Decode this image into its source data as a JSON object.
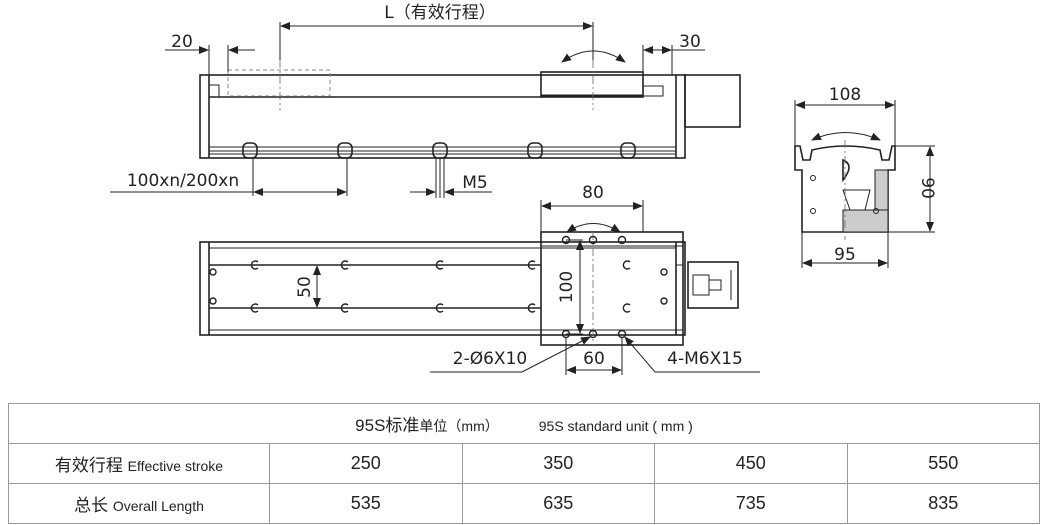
{
  "drawing": {
    "top_view": {
      "stroke_label": "L（有效行程）",
      "left_offset": "20",
      "right_offset": "30",
      "hole_pitch": "100xn/200xn",
      "thread": "M5"
    },
    "bottom_view": {
      "carriage_width": "80",
      "carriage_hole_span": "100",
      "rail_spacing": "50",
      "pin_holes": "2-Ø6X10",
      "hole_pitch": "60",
      "tapped_holes": "4-M6X15"
    },
    "side_view": {
      "top_width": "108",
      "height": "90",
      "base_width": "95"
    }
  },
  "table": {
    "title_cn": "95S标准",
    "title_cn_small": "单位（mm）",
    "title_en": "95S standard unit ( mm )",
    "rows": [
      {
        "label_cn": "有效行程",
        "label_en": "Effective stroke",
        "values": [
          "250",
          "350",
          "450",
          "550"
        ]
      },
      {
        "label_cn": "总长",
        "label_en": "Overall Length",
        "values": [
          "535",
          "635",
          "735",
          "835"
        ]
      }
    ]
  }
}
